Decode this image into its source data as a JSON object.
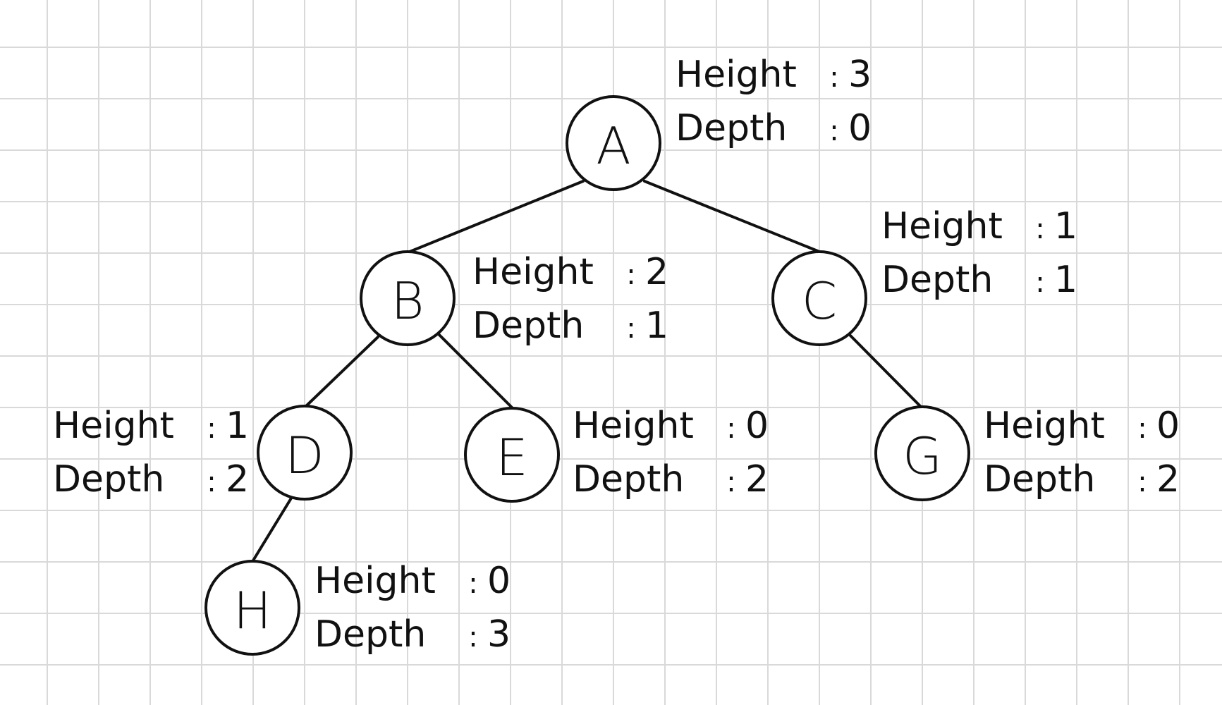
{
  "tree": {
    "nodes": [
      {
        "id": "A",
        "label": "A",
        "height_label": "Height",
        "height": "3",
        "depth_label": "Depth",
        "depth": "0",
        "separator": ":"
      },
      {
        "id": "B",
        "label": "B",
        "height_label": "Height",
        "height": "2",
        "depth_label": "Depth",
        "depth": "1",
        "separator": ":"
      },
      {
        "id": "C",
        "label": "C",
        "height_label": "Height",
        "height": "1",
        "depth_label": "Depth",
        "depth": "1",
        "separator": ":"
      },
      {
        "id": "D",
        "label": "D",
        "height_label": "Height",
        "height": "1",
        "depth_label": "Depth",
        "depth": "2",
        "separator": ":"
      },
      {
        "id": "E",
        "label": "E",
        "height_label": "Height",
        "height": "0",
        "depth_label": "Depth",
        "depth": "2",
        "separator": ":"
      },
      {
        "id": "G",
        "label": "G",
        "height_label": "Height",
        "height": "0",
        "depth_label": "Depth",
        "depth": "2",
        "separator": ":"
      },
      {
        "id": "H",
        "label": "H",
        "height_label": "Height",
        "height": "0",
        "depth_label": "Depth",
        "depth": "3",
        "separator": ":"
      }
    ],
    "edges": [
      {
        "from": "A",
        "to": "B"
      },
      {
        "from": "A",
        "to": "C"
      },
      {
        "from": "B",
        "to": "D"
      },
      {
        "from": "B",
        "to": "E"
      },
      {
        "from": "C",
        "to": "G"
      },
      {
        "from": "D",
        "to": "H"
      }
    ]
  }
}
